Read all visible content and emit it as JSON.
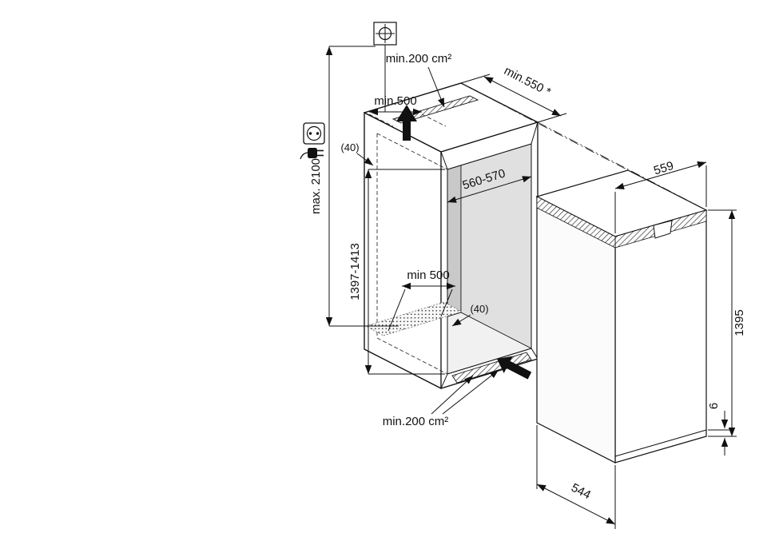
{
  "diagram": {
    "colors": {
      "background": "#ffffff",
      "line": "#111111",
      "niche_back_wall": "#c9c9c9",
      "niche_side_wall": "#e0e0e0",
      "niche_ceiling": "#d4d4d4",
      "niche_floor": "#f1f1f1"
    },
    "niche": {
      "max_height_label": "max. 2100",
      "height_label": "1397-1413",
      "width_label": "560-570",
      "depth_label": "min.550 *",
      "top_clearance_label": "min.500",
      "base_depth_label": "min 500",
      "rear_gap_top_label": "(40)",
      "rear_gap_bottom_label": "(40)",
      "top_vent_label": "min.200 cm²",
      "bottom_vent_label": "min.200 cm²"
    },
    "appliance": {
      "width_label": "559",
      "height_label": "1395",
      "depth_label": "544",
      "door_gap_label": "6"
    },
    "icons": {
      "position_marker": "position-marker-icon",
      "socket": "socket-icon",
      "plug": "plug-icon",
      "airflow_up": "airflow-up-arrow-icon",
      "airflow_in": "airflow-in-arrow-icon"
    }
  }
}
